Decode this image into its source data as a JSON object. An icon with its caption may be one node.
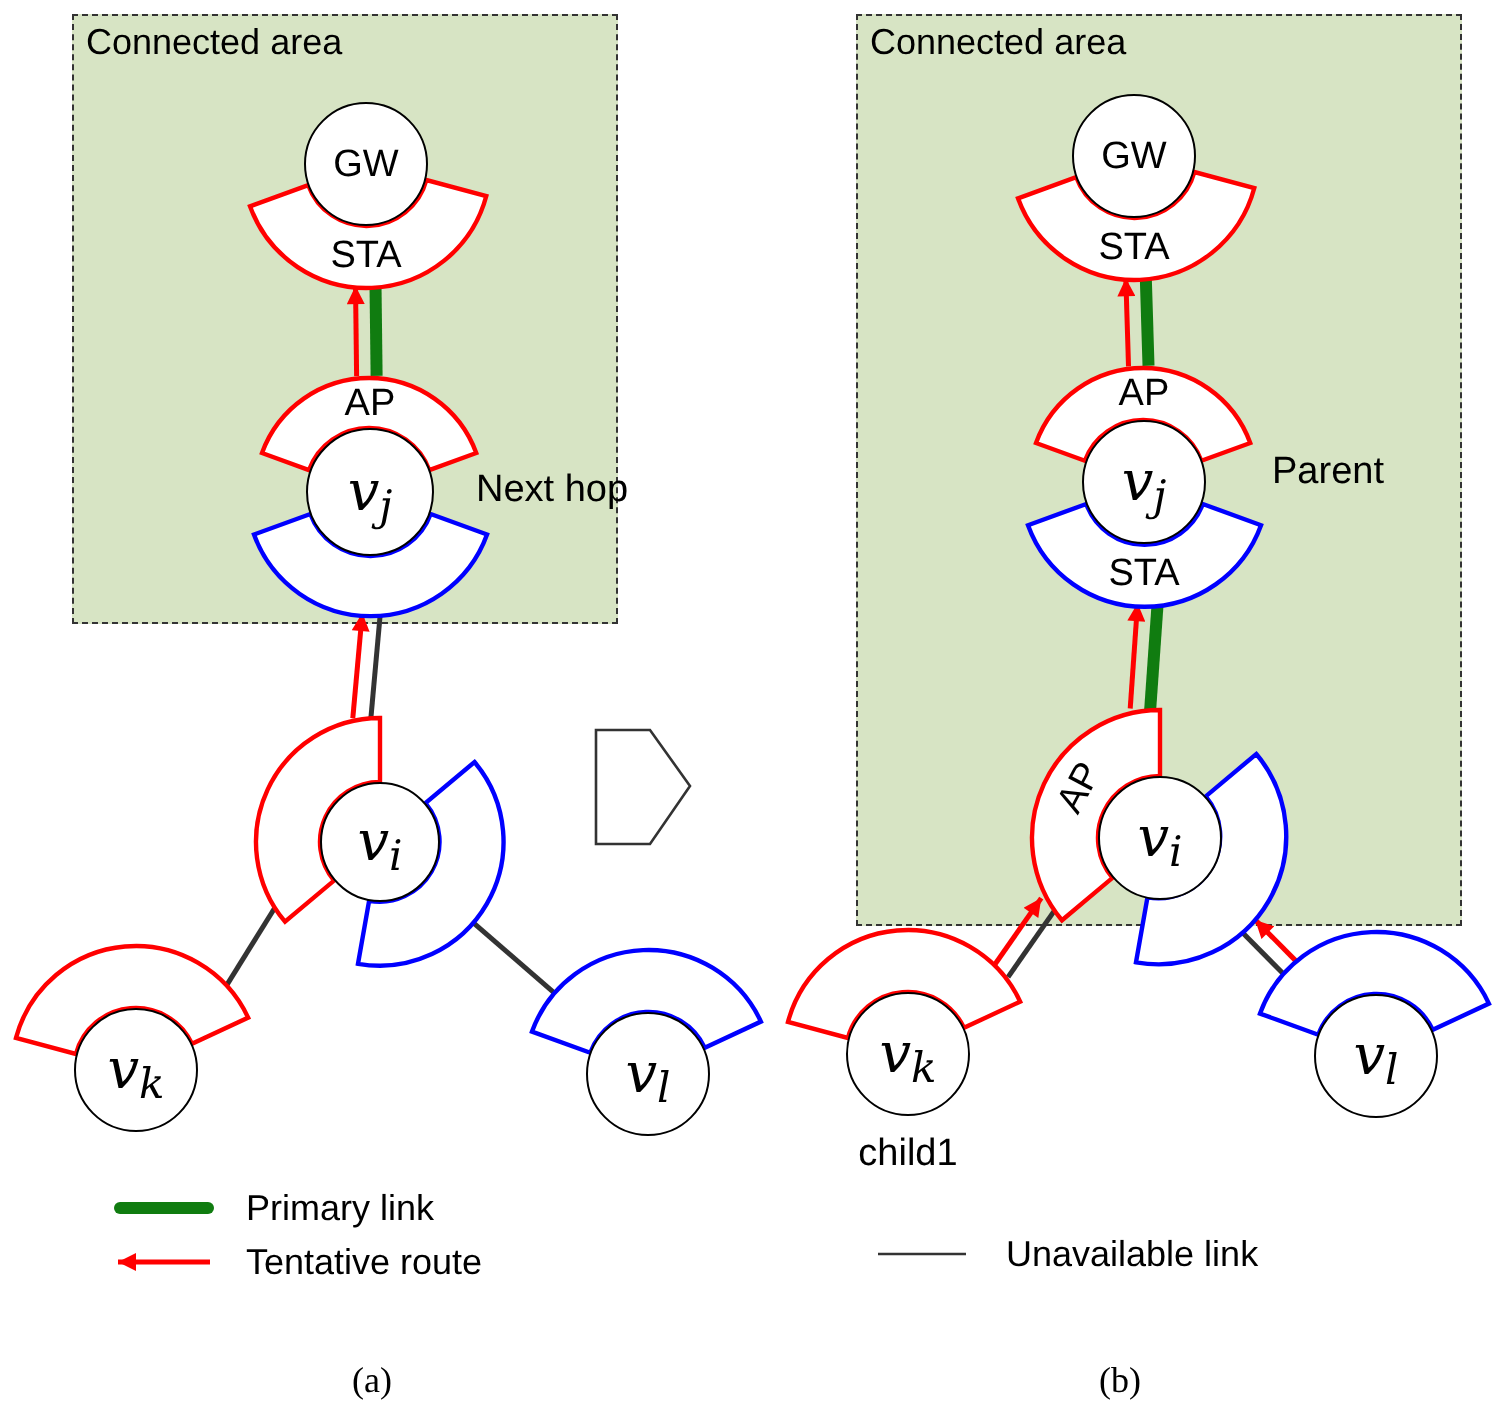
{
  "diagram": {
    "nodes": [
      {
        "text": [
          "Connected area"
        ]
      },
      {
        "text": [
          "GW"
        ],
        "in": 0
      },
      {
        "text": [
          "STA"
        ],
        "in": 0
      },
      {
        "text": [
          "AP"
        ],
        "in": 0
      },
      {
        "text": [
          "v$_{j}$"
        ],
        "in": 0
      },
      {
        "text": [],
        "shape": "sector",
        "in": 0
      },
      {
        "text": [],
        "shape": "sector"
      },
      {
        "text": [
          "v$_{i}$"
        ]
      },
      {
        "text": [],
        "shape": "sector"
      },
      {
        "text": [],
        "shape": "sector"
      },
      {
        "text": [
          "v$_{k}$"
        ]
      },
      {
        "text": [],
        "shape": "sector"
      },
      {
        "text": [
          "v$_{l}$"
        ]
      },
      {
        "text": [
          "Connected area"
        ]
      },
      {
        "text": [
          "GW"
        ],
        "in": 13
      },
      {
        "text": [
          "STA"
        ],
        "in": 13
      },
      {
        "text": [
          "AP"
        ],
        "in": 13
      },
      {
        "text": [
          "v$_{j}$"
        ],
        "in": 13
      },
      {
        "text": [
          "STA"
        ],
        "in": 13
      },
      {
        "text": [
          "AP"
        ],
        "in": 13
      },
      {
        "text": [
          "v$_{i}$"
        ],
        "in": 13
      },
      {
        "text": [],
        "shape": "sector"
      },
      {
        "text": [],
        "shape": "sector"
      },
      {
        "text": [
          "v$_{k}$"
        ],
        "beside": [
          "child1"
        ]
      },
      {
        "text": [],
        "shape": "sector"
      },
      {
        "text": [
          "v$_{l}$"
        ]
      }
    ],
    "edges": [
      {
        "from": 3,
        "to": 2,
        "arrow": "to",
        "color": "#ff0000"
      },
      {
        "from": 3,
        "to": 2,
        "arrow": "none",
        "style": "thick",
        "color": "#107c10"
      },
      {
        "from": 6,
        "to": 5,
        "arrow": "to",
        "color": "#ff0000"
      },
      {
        "from": 6,
        "to": 5,
        "arrow": "none",
        "color": "#333333"
      },
      {
        "from": 6,
        "to": 9,
        "arrow": "none",
        "color": "#333333"
      },
      {
        "from": 8,
        "to": 11,
        "arrow": "none",
        "color": "#333333"
      },
      {
        "from": 16,
        "to": 15,
        "arrow": "to",
        "color": "#ff0000"
      },
      {
        "from": 16,
        "to": 15,
        "arrow": "none",
        "style": "thick",
        "color": "#107c10"
      },
      {
        "from": 19,
        "to": 18,
        "arrow": "to",
        "color": "#ff0000"
      },
      {
        "from": 19,
        "to": 18,
        "arrow": "none",
        "style": "thick",
        "color": "#107c10"
      },
      {
        "from": 22,
        "to": 19,
        "arrow": "to",
        "color": "#ff0000"
      },
      {
        "from": 22,
        "to": 19,
        "arrow": "none",
        "color": "#333333"
      },
      {
        "from": 24,
        "to": 21,
        "arrow": "to",
        "color": "#ff0000"
      },
      {
        "from": 24,
        "to": 21,
        "arrow": "none",
        "color": "#333333"
      }
    ],
    "labels": [
      "Next hop",
      "Parent",
      "(a)",
      "(b)"
    ],
    "legend": [
      {
        "text": "Primary link"
      },
      {
        "text": "Tentative route"
      },
      {
        "text": "Unavailable link"
      }
    ]
  }
}
